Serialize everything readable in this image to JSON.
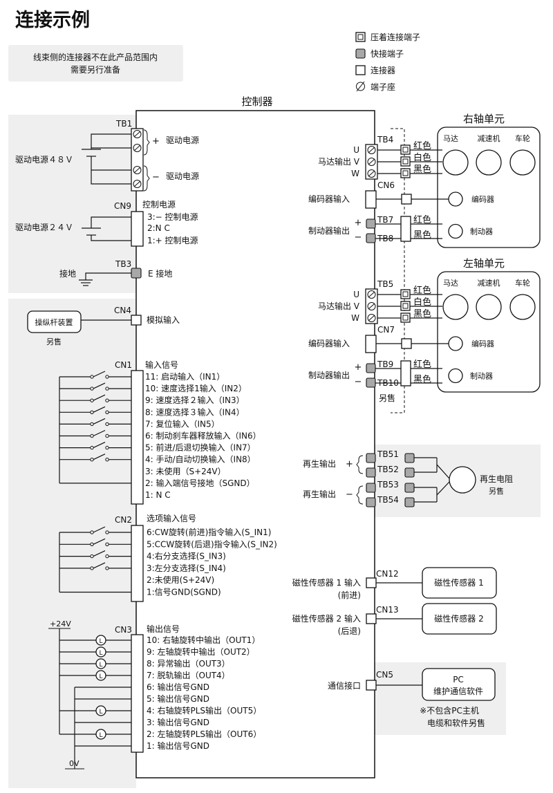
{
  "title": "连接示例",
  "note": {
    "line1": "线束侧的连接器不在此产品范围内",
    "line2": "需要另行准备"
  },
  "legend": [
    {
      "icon": "crimp",
      "label": "压着连接端子"
    },
    {
      "icon": "quick",
      "label": "快接端子"
    },
    {
      "icon": "connector",
      "label": "连接器"
    },
    {
      "icon": "terminal-block",
      "label": "端子座"
    }
  ],
  "controller": "控制器",
  "power": {
    "tb1": "TB1",
    "plus": "+",
    "minus": "−",
    "drive_power": "驱动电源",
    "drive48": "驱动电源４８Ｖ",
    "cn9": "CN9",
    "control_power": "控制电源",
    "cn9_3": "3:−  控制电源",
    "cn9_2": "2:N C",
    "cn9_1": "1:+  控制电源",
    "drive24": "驱动电源２４Ｖ",
    "tb3": "TB3",
    "earth": "E  接地",
    "ground": "接地"
  },
  "joystick": {
    "cn4": "CN4",
    "device": "操纵杆装置",
    "sold": "另售",
    "analog": "模拟输入"
  },
  "cn1": {
    "label": "CN1",
    "title": "输入信号",
    "items": [
      "11: 启动输入（IN1）",
      "10: 速度选择1输入（IN2）",
      "9: 速度选择２输入（IN3）",
      "8: 速度选择３输入（IN4）",
      "7: 复位输入（IN5）",
      "6: 制动刹车器释放输入（IN6）",
      "5: 前进/后退切换输入（IN7）",
      "4: 手动/自动切换输入（IN8）",
      "3: 未使用（S+24V）",
      "2: 输入端信号接地（SGND）",
      "1: N C"
    ]
  },
  "cn2": {
    "label": "CN2",
    "title": "选项输入信号",
    "items": [
      "6:CW旋转(前进)指令输入(S_IN1)",
      "5:CCW旋转(后退)指令输入(S_IN2)",
      "4:右分支选择(S_IN3)",
      "3:左分支选择(S_IN4)",
      "2:未使用(S+24V)",
      "1:信号GND(SGND)"
    ]
  },
  "cn3": {
    "label": "CN3",
    "title": "输出信号",
    "v24": "+24V",
    "v0": "0V",
    "lamp": "L",
    "items": [
      "10: 右轴旋转中输出（OUT1）",
      "9: 左轴旋转中输出（OUT2）",
      "8: 异常输出（OUT3）",
      "7: 脱轨输出（OUT4）",
      "6: 输出信号GND",
      "5: 输出信号GND",
      "4: 右轴旋转PLS输出（OUT5）",
      "3: 输出信号GND",
      "2: 左轴旋转PLS输出（OUT6）",
      "1: 输出信号GND"
    ]
  },
  "right": {
    "tb4": "TB4",
    "cn6": "CN6",
    "tb7": "TB7",
    "tb8": "TB8",
    "motor_out": "马达输出",
    "u": "U",
    "v": "V",
    "w": "W",
    "red": "红色",
    "white": "白色",
    "black": "黑色",
    "encoder_in": "编码器输入",
    "brake_out": "制动器输出",
    "plus": "+",
    "minus": "−",
    "unit": "右轴单元",
    "motor": "马达",
    "reducer": "减速机",
    "wheel": "车轮",
    "encoder": "编码器",
    "brake": "制动器"
  },
  "left": {
    "tb5": "TB5",
    "cn7": "CN7",
    "tb9": "TB9",
    "tb10": "TB10",
    "motor_out": "马达输出",
    "u": "U",
    "v": "V",
    "w": "W",
    "red": "红色",
    "white": "白色",
    "black": "黑色",
    "encoder_in": "编码器输入",
    "brake_out": "制动器输出",
    "plus": "+",
    "minus": "−",
    "unit": "左轴单元",
    "motor": "马达",
    "reducer": "减速机",
    "wheel": "车轮",
    "encoder": "编码器",
    "brake": "制动器",
    "sold": "另售"
  },
  "regen": {
    "tb51": "TB51",
    "tb52": "TB52",
    "tb53": "TB53",
    "tb54": "TB54",
    "out_label": "再生输出",
    "plus": "+",
    "minus": "−",
    "resistor": "再生电阻",
    "sold": "另售"
  },
  "sensors": {
    "cn12": "CN12",
    "s1_in": "磁性传感器 1 输入",
    "s1_dir": "(前进)",
    "s1": "磁性传感器 1",
    "cn13": "CN13",
    "s2_in": "磁性传感器 2 输入",
    "s2_dir": "(后退)",
    "s2": "磁性传感器 2"
  },
  "comm": {
    "cn5": "CN5",
    "port": "通信接口",
    "pc": "PC",
    "software": "维护通信软件",
    "note1": "※不包含PC主机",
    "note2": "电缆和软件另售"
  }
}
